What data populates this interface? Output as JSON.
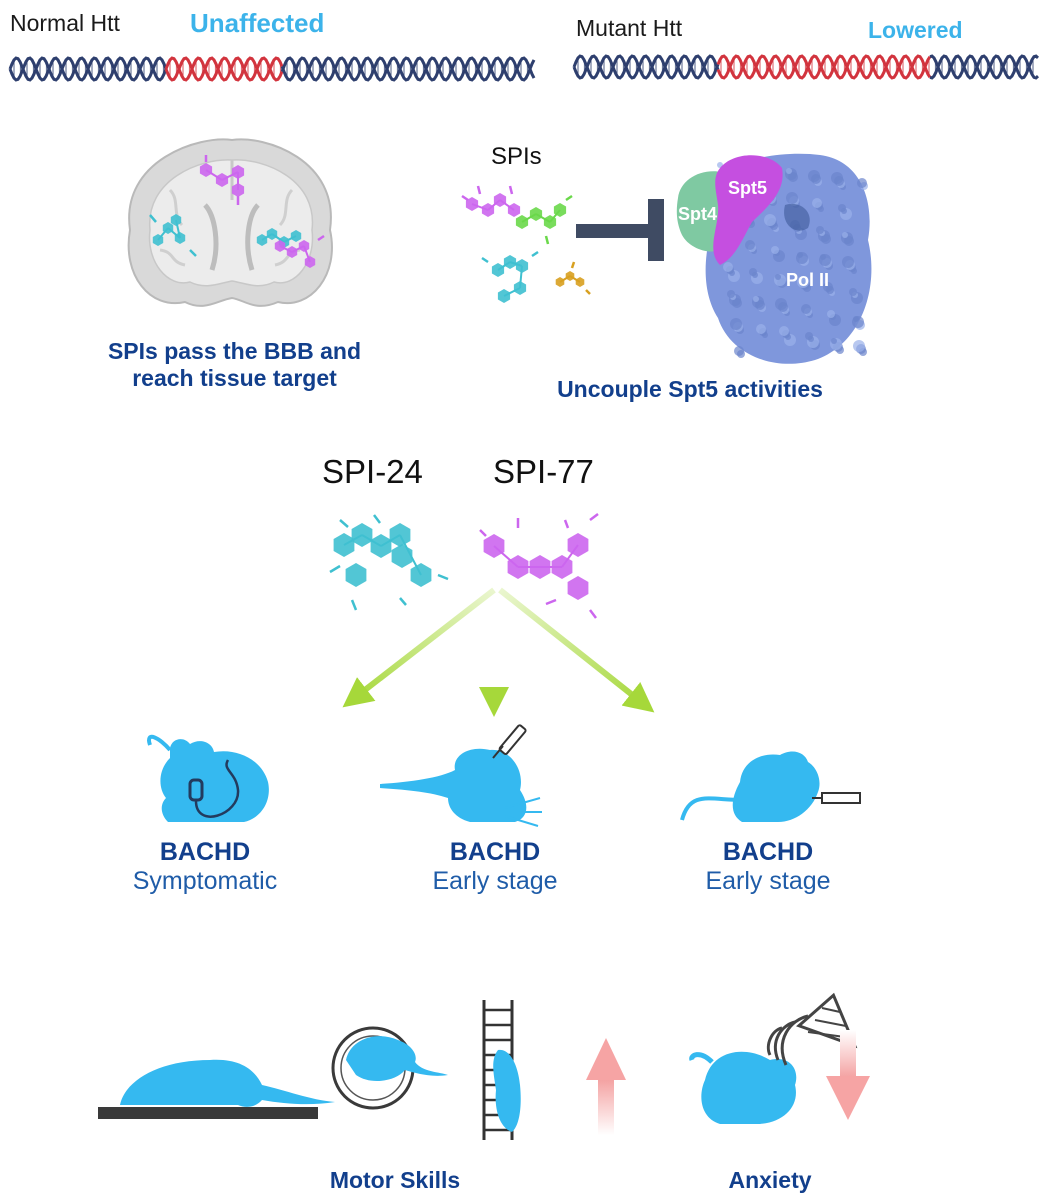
{
  "genes": {
    "normal": {
      "label": "Normal Htt",
      "status": "Unaffected"
    },
    "mutant": {
      "label": "Mutant Htt",
      "status": "Lowered"
    }
  },
  "brain": {
    "caption_line1": "SPIs pass the BBB and",
    "caption_line2": "reach tissue target"
  },
  "mechanism": {
    "spis_label": "SPIs",
    "spt4": "Spt4",
    "spt5": "Spt5",
    "pol2": "Pol II",
    "caption": "Uncouple Spt5 activities"
  },
  "compounds": {
    "first": "SPI-24",
    "second": "SPI-77"
  },
  "models": [
    {
      "name": "BACHD",
      "stage": "Symptomatic"
    },
    {
      "name": "BACHD",
      "stage": "Early stage"
    },
    {
      "name": "BACHD",
      "stage": "Early stage"
    }
  ],
  "outcomes": {
    "motor": "Motor Skills",
    "anxiety": "Anxiety"
  },
  "colors": {
    "dna_blue": "#2e3f6e",
    "dna_red": "#d2343e",
    "mouse_blue": "#35b9f0",
    "title_blue": "#123f8c",
    "cyan_molecule": "#3fc0d0",
    "magenta_molecule": "#cc66ee",
    "arrow_green": "#a6d83a",
    "up_arrow": "#f6a4a4",
    "pol2_blue": "#7f97dc"
  }
}
